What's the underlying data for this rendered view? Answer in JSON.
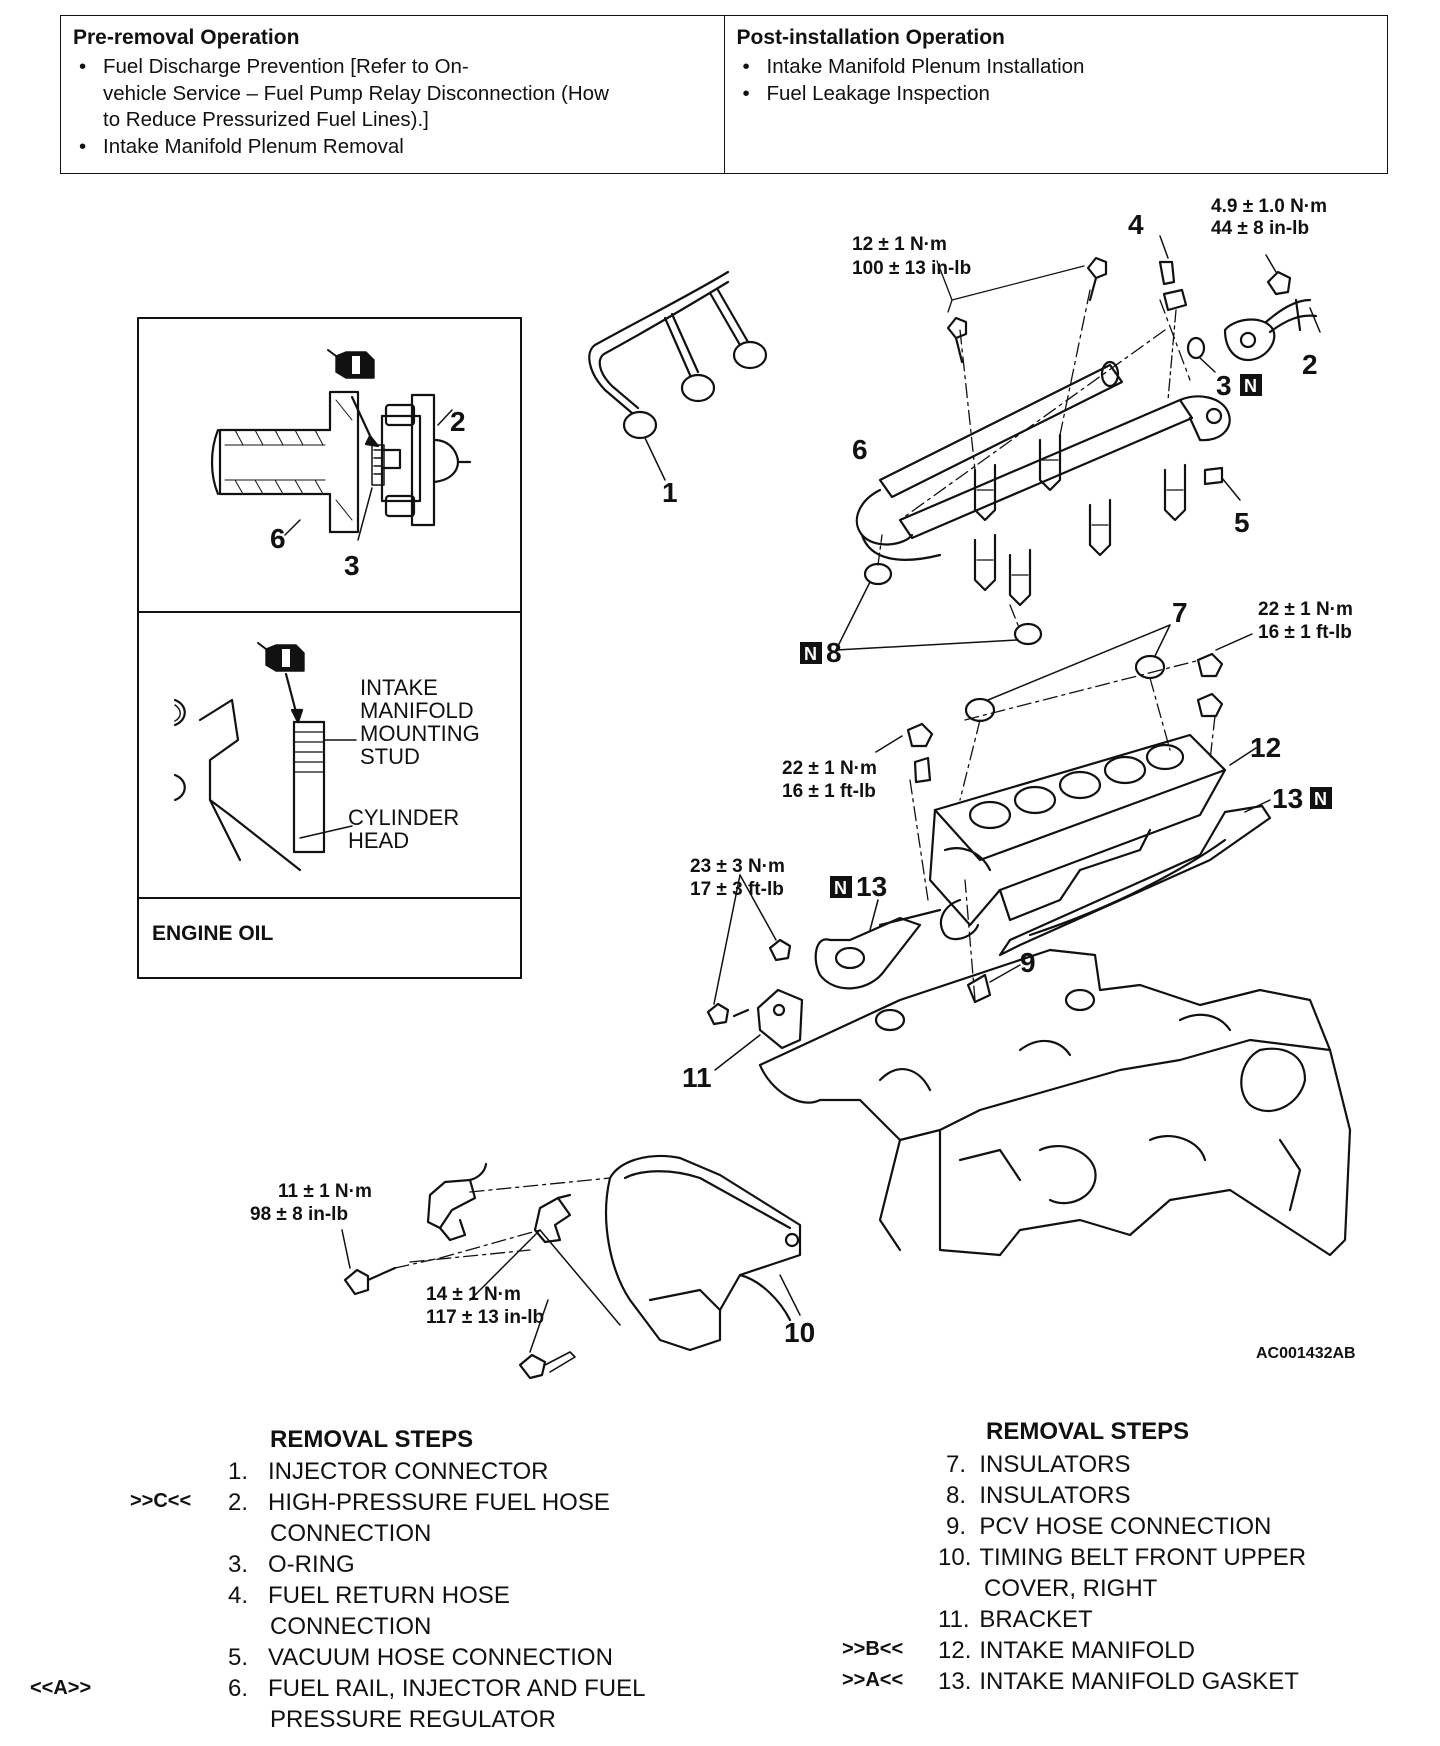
{
  "pre_removal": {
    "heading": "Pre-removal Operation",
    "items": [
      "Fuel Discharge Prevention [Refer to On-vehicle Service – Fuel Pump Relay Disconnection (How to Reduce Pressurized Fuel Lines).]",
      "Intake Manifold Plenum Removal"
    ],
    "item1_lines": [
      "Fuel Discharge Prevention [Refer to On-",
      "vehicle Service – Fuel Pump Relay Disconnection (How",
      "to Reduce Pressurized Fuel Lines).]"
    ]
  },
  "post_installation": {
    "heading": "Post-installation Operation",
    "items": [
      "Intake Manifold Plenum Installation",
      "Fuel Leakage Inspection"
    ]
  },
  "diagram": {
    "code": "AC001432AB",
    "new_part_symbol": "N",
    "engine_oil_symbol": "oil-can-icon",
    "inset_lubricant_label": "ENGINE OIL",
    "inset_labels": {
      "intake_stud": [
        "INTAKE",
        "MANIFOLD",
        "MOUNTING",
        "STUD"
      ],
      "cylinder_head": [
        "CYLINDER",
        "HEAD"
      ]
    },
    "torque_specs": [
      {
        "line1": "4.9 ± 1.0 N·m",
        "line2": "44 ± 8 in-lb"
      },
      {
        "line1": "12 ± 1 N·m",
        "line2": "100 ± 13 in-lb"
      },
      {
        "line1": "22 ± 1 N·m",
        "line2": "16 ± 1 ft-lb"
      },
      {
        "line1": "22 ± 1 N·m",
        "line2": "16 ± 1 ft-lb"
      },
      {
        "line1": "23 ± 3 N·m",
        "line2": "17 ± 3 ft-lb"
      },
      {
        "line1": "11 ± 1 N·m",
        "line2": "98 ± 8 in-lb"
      },
      {
        "line1": "14 ± 1 N·m",
        "line2": "117 ± 13 in-lb"
      }
    ],
    "callouts": [
      "1",
      "2",
      "3",
      "4",
      "5",
      "6",
      "7",
      "8",
      "9",
      "10",
      "11",
      "12",
      "13"
    ]
  },
  "removal_steps_left": {
    "title": "REMOVAL STEPS",
    "steps": [
      {
        "num": "1.",
        "text": "INJECTOR CONNECTOR",
        "mark": ""
      },
      {
        "num": "2.",
        "text": "HIGH-PRESSURE FUEL HOSE",
        "cont": "CONNECTION",
        "mark": ">>C<<"
      },
      {
        "num": "3.",
        "text": "O-RING",
        "mark": ""
      },
      {
        "num": "4.",
        "text": "FUEL RETURN HOSE",
        "cont": "CONNECTION",
        "mark": ""
      },
      {
        "num": "5.",
        "text": "VACUUM HOSE CONNECTION",
        "mark": ""
      },
      {
        "num": "6.",
        "text": "FUEL RAIL, INJECTOR AND FUEL",
        "cont": "PRESSURE REGULATOR",
        "mark": "<<A>>"
      }
    ]
  },
  "removal_steps_right": {
    "title": "REMOVAL STEPS",
    "steps": [
      {
        "num": "7.",
        "text": "INSULATORS",
        "mark": ""
      },
      {
        "num": "8.",
        "text": "INSULATORS",
        "mark": ""
      },
      {
        "num": "9.",
        "text": "PCV HOSE CONNECTION",
        "mark": ""
      },
      {
        "num": "10.",
        "text": "TIMING BELT FRONT UPPER",
        "cont": "COVER, RIGHT",
        "mark": ""
      },
      {
        "num": "11.",
        "text": "BRACKET",
        "mark": ""
      },
      {
        "num": "12.",
        "text": "INTAKE MANIFOLD",
        "mark": ">>B<<"
      },
      {
        "num": "13.",
        "text": "INTAKE MANIFOLD GASKET",
        "mark": ">>A<<"
      }
    ]
  }
}
